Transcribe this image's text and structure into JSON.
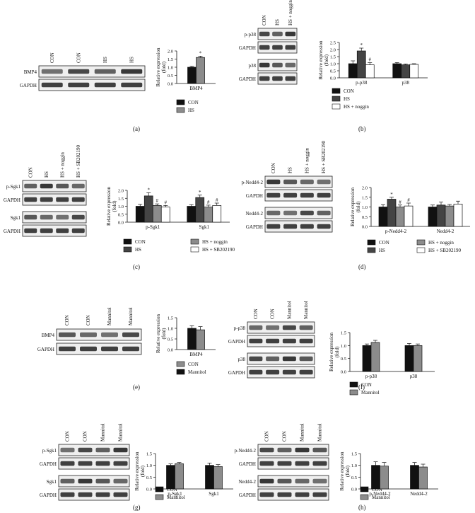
{
  "panels": [
    {
      "id": "a",
      "panel_label": "(a)",
      "blot": {
        "lanes": [
          "CON",
          "CON",
          "HS",
          "HS"
        ],
        "rows": [
          "BMP4",
          "GAPDH"
        ]
      },
      "legend": [
        {
          "label": "CON",
          "color": "#111111"
        },
        {
          "label": "HS",
          "color": "#8c8c8c"
        }
      ]
    },
    {
      "id": "b",
      "panel_label": "(b)",
      "blot": {
        "lanes": [
          "CON",
          "HS",
          "HS + noggin"
        ],
        "rows": [
          "p-p38",
          "GAPDH",
          "p38",
          "GAPDH"
        ]
      },
      "legend": [
        {
          "label": "CON",
          "color": "#111111"
        },
        {
          "label": "HS",
          "color": "#444444"
        },
        {
          "label": "HS + noggin",
          "color": "#ffffff"
        }
      ]
    },
    {
      "id": "c",
      "panel_label": "(c)",
      "blot": {
        "lanes": [
          "CON",
          "HS",
          "HS + noggin",
          "HS + SB202190"
        ],
        "rows": [
          "p-Sgk1",
          "GAPDH",
          "Sgk1",
          "GAPDH"
        ]
      },
      "legend": [
        {
          "label": "CON",
          "color": "#111111"
        },
        {
          "label": "HS",
          "color": "#444444"
        },
        {
          "label": "HS + noggin",
          "color": "#8c8c8c"
        },
        {
          "label": "HS + SB202190",
          "color": "#ffffff"
        }
      ]
    },
    {
      "id": "d",
      "panel_label": "(d)",
      "blot": {
        "lanes": [
          "CON",
          "HS",
          "HS + noggin",
          "HS + SB202190"
        ],
        "rows": [
          "p-Nedd4-2",
          "GAPDH",
          "Nedd4-2",
          "GAPDH"
        ]
      },
      "legend": [
        {
          "label": "CON",
          "color": "#111111"
        },
        {
          "label": "HS",
          "color": "#444444"
        },
        {
          "label": "HS + noggin",
          "color": "#8c8c8c"
        },
        {
          "label": "HS + SB202190",
          "color": "#ffffff"
        }
      ]
    },
    {
      "id": "e",
      "panel_label": "(e)",
      "blot": {
        "lanes": [
          "CON",
          "CON",
          "Mannitol",
          "Mannitol"
        ],
        "rows": [
          "BMP4",
          "GAPDH"
        ]
      },
      "legend": [
        {
          "label": "CON",
          "color": "#8c8c8c"
        },
        {
          "label": "Mannitol",
          "color": "#111111"
        }
      ]
    },
    {
      "id": "f",
      "panel_label": "(f)",
      "blot": {
        "lanes": [
          "CON",
          "CON",
          "Mannitol",
          "Mannitol"
        ],
        "rows": [
          "p-p38",
          "GAPDH",
          "p38",
          "GAPDH"
        ]
      },
      "legend": [
        {
          "label": "CON",
          "color": "#111111"
        },
        {
          "label": "Mannitol",
          "color": "#8c8c8c"
        }
      ]
    },
    {
      "id": "g",
      "panel_label": "(g)",
      "blot": {
        "lanes": [
          "CON",
          "CON",
          "Mannitol",
          "Mannitol"
        ],
        "rows": [
          "p-Sgk1",
          "GAPDH",
          "Sgk1",
          "GAPDH"
        ]
      },
      "legend": [
        {
          "label": "CON",
          "color": "#111111"
        },
        {
          "label": "Mannitol",
          "color": "#8c8c8c"
        }
      ]
    },
    {
      "id": "h",
      "panel_label": "(h)",
      "blot": {
        "lanes": [
          "CON",
          "CON",
          "Mannitol",
          "Mannitol"
        ],
        "rows": [
          "p-Nedd4-2",
          "GAPDH",
          "Nedd4-2",
          "GAPDH"
        ]
      },
      "legend": [
        {
          "label": "CON",
          "color": "#111111"
        },
        {
          "label": "Mannitol",
          "color": "#8c8c8c"
        }
      ]
    }
  ],
  "chart_data": [
    {
      "panel": "a",
      "type": "bar",
      "ylabel": "Relative expression (fold)",
      "ylim": [
        0,
        2.0
      ],
      "yticks": [
        "0.0",
        "0.5",
        "1.0",
        "1.5",
        "2.0"
      ],
      "categories": [
        "BMP4"
      ],
      "series": [
        {
          "name": "CON",
          "color": "#111111",
          "values": [
            1.0
          ],
          "errors": [
            0.06
          ],
          "marks": [
            ""
          ]
        },
        {
          "name": "HS",
          "color": "#8c8c8c",
          "values": [
            1.6
          ],
          "errors": [
            0.08
          ],
          "marks": [
            "*"
          ]
        }
      ]
    },
    {
      "panel": "b",
      "type": "bar",
      "ylabel": "Relative expression (fold)",
      "ylim": [
        0,
        2.5
      ],
      "yticks": [
        "0.0",
        "0.5",
        "1.0",
        "1.5",
        "2.0",
        "2.5"
      ],
      "categories": [
        "p-p38",
        "p38"
      ],
      "series": [
        {
          "name": "CON",
          "color": "#111111",
          "values": [
            1.0,
            1.0
          ],
          "errors": [
            0.2,
            0.08
          ],
          "marks": [
            "",
            ""
          ]
        },
        {
          "name": "HS",
          "color": "#444444",
          "values": [
            1.9,
            0.92
          ],
          "errors": [
            0.2,
            0.06
          ],
          "marks": [
            "*",
            ""
          ]
        },
        {
          "name": "HS + noggin",
          "color": "#ffffff",
          "values": [
            0.92,
            0.95
          ],
          "errors": [
            0.15,
            0.05
          ],
          "marks": [
            "#",
            ""
          ]
        }
      ]
    },
    {
      "panel": "c",
      "type": "bar",
      "ylabel": "Relative expression (fold)",
      "ylim": [
        0,
        2.0
      ],
      "yticks": [
        "0.0",
        "0.5",
        "1.0",
        "1.5",
        "2.0"
      ],
      "categories": [
        "p-Sgk1",
        "Sgk1"
      ],
      "series": [
        {
          "name": "CON",
          "color": "#111111",
          "values": [
            1.0,
            1.0
          ],
          "errors": [
            0.12,
            0.1
          ],
          "marks": [
            "",
            ""
          ]
        },
        {
          "name": "HS",
          "color": "#444444",
          "values": [
            1.65,
            1.55
          ],
          "errors": [
            0.2,
            0.15
          ],
          "marks": [
            "*",
            "*"
          ]
        },
        {
          "name": "HS + noggin",
          "color": "#8c8c8c",
          "values": [
            1.05,
            0.95
          ],
          "errors": [
            0.1,
            0.12
          ],
          "marks": [
            "#",
            "#"
          ]
        },
        {
          "name": "HS + SB202190",
          "color": "#ffffff",
          "values": [
            0.95,
            1.05
          ],
          "errors": [
            0.1,
            0.15
          ],
          "marks": [
            "#",
            "#"
          ]
        }
      ]
    },
    {
      "panel": "d",
      "type": "bar",
      "ylabel": "Relative expression (fold)",
      "ylim": [
        0,
        2.0
      ],
      "yticks": [
        "0.0",
        "0.5",
        "1.0",
        "1.5",
        "2.0"
      ],
      "categories": [
        "p-Nedd4-2",
        "Nedd4-2"
      ],
      "series": [
        {
          "name": "CON",
          "color": "#111111",
          "values": [
            1.0,
            1.0
          ],
          "errors": [
            0.12,
            0.1
          ],
          "marks": [
            "",
            ""
          ]
        },
        {
          "name": "HS",
          "color": "#444444",
          "values": [
            1.4,
            1.1
          ],
          "errors": [
            0.1,
            0.15
          ],
          "marks": [
            "*",
            ""
          ]
        },
        {
          "name": "HS + noggin",
          "color": "#8c8c8c",
          "values": [
            1.0,
            1.05
          ],
          "errors": [
            0.1,
            0.08
          ],
          "marks": [
            "#",
            ""
          ]
        },
        {
          "name": "HS + SB202190",
          "color": "#ffffff",
          "values": [
            1.05,
            1.15
          ],
          "errors": [
            0.15,
            0.15
          ],
          "marks": [
            "#",
            ""
          ]
        }
      ]
    },
    {
      "panel": "e",
      "type": "bar",
      "ylabel": "Relative expression (fold)",
      "ylim": [
        0,
        1.5
      ],
      "yticks": [
        "0.0",
        "0.5",
        "1.0",
        "1.5"
      ],
      "categories": [
        "BMP4"
      ],
      "series": [
        {
          "name": "CON",
          "color": "#111111",
          "values": [
            1.0
          ],
          "errors": [
            0.12
          ],
          "marks": [
            ""
          ]
        },
        {
          "name": "Mannitol",
          "color": "#8c8c8c",
          "values": [
            0.93
          ],
          "errors": [
            0.15
          ],
          "marks": [
            ""
          ]
        }
      ]
    },
    {
      "panel": "f",
      "type": "bar",
      "ylabel": "Relative expression (fold)",
      "ylim": [
        0,
        1.5
      ],
      "yticks": [
        "0.0",
        "0.5",
        "1.0",
        "1.5"
      ],
      "categories": [
        "p-p38",
        "p38"
      ],
      "series": [
        {
          "name": "CON",
          "color": "#111111",
          "values": [
            1.0,
            1.0
          ],
          "errors": [
            0.06,
            0.08
          ],
          "marks": [
            "",
            ""
          ]
        },
        {
          "name": "Mannitol",
          "color": "#8c8c8c",
          "values": [
            1.12,
            1.0
          ],
          "errors": [
            0.08,
            0.06
          ],
          "marks": [
            "",
            ""
          ]
        }
      ]
    },
    {
      "panel": "g",
      "type": "bar",
      "ylabel": "Relative expression (fold)",
      "ylim": [
        0,
        1.5
      ],
      "yticks": [
        "0.0",
        "0.5",
        "1.0",
        "1.5"
      ],
      "categories": [
        "p-Sgk1",
        "Sgk1"
      ],
      "series": [
        {
          "name": "CON",
          "color": "#111111",
          "values": [
            1.0,
            1.0
          ],
          "errors": [
            0.06,
            0.1
          ],
          "marks": [
            "",
            ""
          ]
        },
        {
          "name": "Mannitol",
          "color": "#8c8c8c",
          "values": [
            1.07,
            0.95
          ],
          "errors": [
            0.05,
            0.08
          ],
          "marks": [
            "",
            ""
          ]
        }
      ]
    },
    {
      "panel": "h",
      "type": "bar",
      "ylabel": "Relative expression (fold)",
      "ylim": [
        0,
        1.5
      ],
      "yticks": [
        "0.0",
        "0.5",
        "1.0",
        "1.5"
      ],
      "categories": [
        "p-Nedd4-2",
        "Nedd4-2"
      ],
      "series": [
        {
          "name": "CON",
          "color": "#111111",
          "values": [
            1.0,
            1.0
          ],
          "errors": [
            0.15,
            0.12
          ],
          "marks": [
            "",
            ""
          ]
        },
        {
          "name": "Mannitol",
          "color": "#8c8c8c",
          "values": [
            0.97,
            0.93
          ],
          "errors": [
            0.15,
            0.12
          ],
          "marks": [
            "",
            ""
          ]
        }
      ]
    }
  ]
}
